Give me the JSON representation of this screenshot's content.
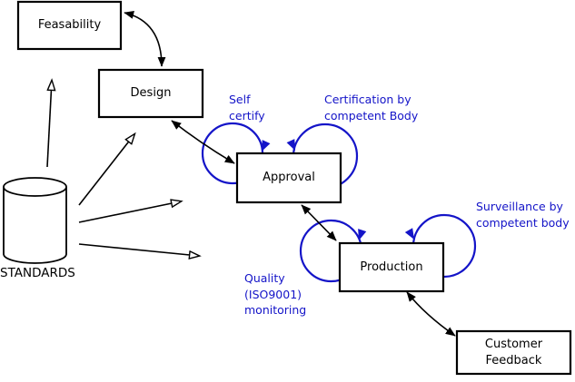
{
  "diagram": {
    "nodes": {
      "feasability": {
        "label": "Feasability"
      },
      "design": {
        "label": "Design"
      },
      "approval": {
        "label": "Approval"
      },
      "production": {
        "label": "Production"
      },
      "customer_feedback": {
        "label": "Customer\nFeedback"
      },
      "standards": {
        "label": "STANDARDS"
      }
    },
    "annotations": {
      "self_certify": "Self\ncertify",
      "certification": "Certification by\ncompetent Body",
      "surveillance": "Surveillance by\ncompetent body",
      "quality": "Quality\n(ISO9001)\nmonitoring"
    },
    "colors": {
      "annotation_blue": "#1414c8",
      "line_black": "#000000",
      "background": "#ffffff"
    }
  }
}
